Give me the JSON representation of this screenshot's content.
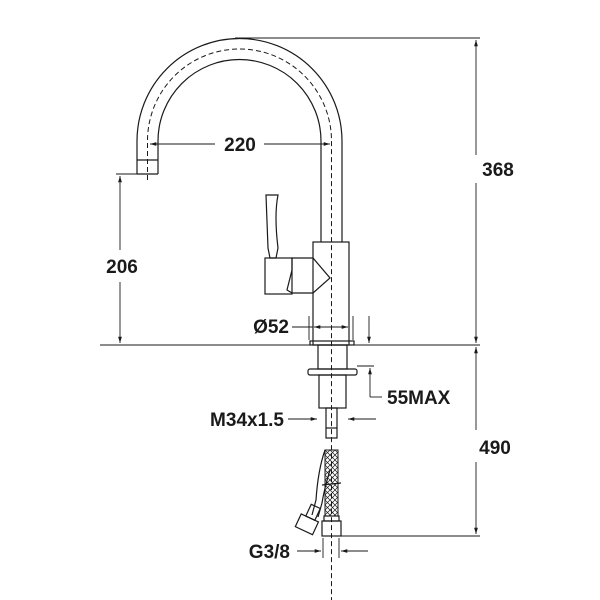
{
  "drawing": {
    "dimensions": {
      "total_height": "368",
      "spout_reach": "220",
      "spout_height": "206",
      "base_diameter": "Ø52",
      "max_counter_thickness": "55MAX",
      "thread": "M34x1.5",
      "hose_length": "490",
      "hose_connection": "G3/8"
    },
    "line_color": "#1a1a1a"
  }
}
